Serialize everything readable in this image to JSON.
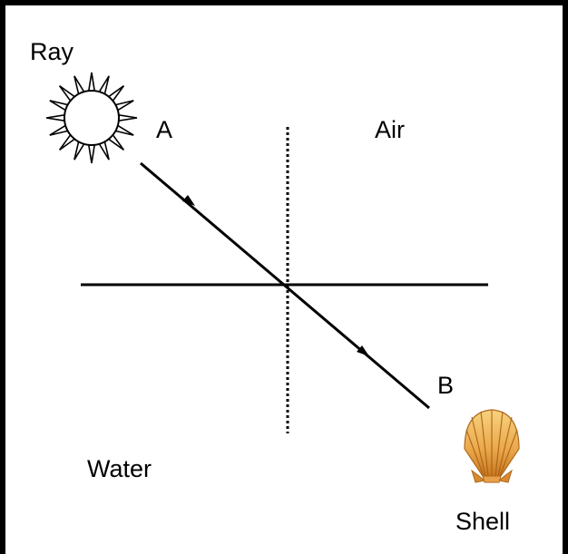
{
  "labels": {
    "ray": "Ray",
    "point_a": "A",
    "air": "Air",
    "point_b": "B",
    "water": "Water",
    "shell": "Shell"
  },
  "icons": {
    "light_source": "sun-icon",
    "object": "shell-icon"
  },
  "colors": {
    "line": "#000000",
    "shell_light": "#f3c26b",
    "shell_dark": "#c9771f",
    "background": "#ffffff"
  }
}
